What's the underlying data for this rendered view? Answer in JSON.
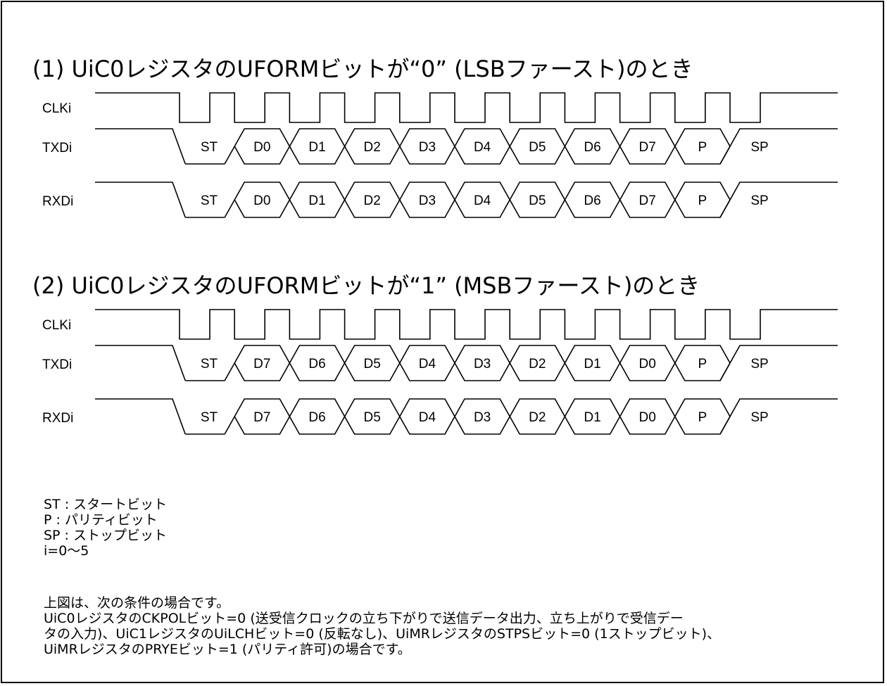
{
  "sections": [
    {
      "title": "(1) UiC0レジスタのUFORMビットが“0” (LSBファースト)のとき",
      "signals": [
        {
          "label": "CLKi",
          "kind": "clock"
        },
        {
          "label": "TXDi",
          "kind": "data",
          "bits": [
            "ST",
            "D0",
            "D1",
            "D2",
            "D3",
            "D4",
            "D5",
            "D6",
            "D7",
            "P",
            "SP"
          ]
        },
        {
          "label": "RXDi",
          "kind": "data",
          "bits": [
            "ST",
            "D0",
            "D1",
            "D2",
            "D3",
            "D4",
            "D5",
            "D6",
            "D7",
            "P",
            "SP"
          ]
        }
      ]
    },
    {
      "title": "(2) UiC0レジスタのUFORMビットが“1” (MSBファースト)のとき",
      "signals": [
        {
          "label": "CLKi",
          "kind": "clock"
        },
        {
          "label": "TXDi",
          "kind": "data",
          "bits": [
            "ST",
            "D7",
            "D6",
            "D5",
            "D4",
            "D3",
            "D2",
            "D1",
            "D0",
            "P",
            "SP"
          ]
        },
        {
          "label": "RXDi",
          "kind": "data",
          "bits": [
            "ST",
            "D7",
            "D6",
            "D5",
            "D4",
            "D3",
            "D2",
            "D1",
            "D0",
            "P",
            "SP"
          ]
        }
      ]
    }
  ],
  "legend": [
    "ST : スタートビット",
    "P  :  パリティビット",
    "SP : ストップビット",
    "i=0〜5"
  ],
  "notes": [
    "上図は、次の条件の場合です。",
    "UiC0レジスタのCKPOLビット=0 (送受信クロックの立ち下がりで送信データ出力、立ち上がりで受信デー",
    "タの入力)、UiC1レジスタのUiLCHビット=0 (反転なし)、UiMRレジスタのSTPSビット=0 (1ストップビット)、",
    "UiMRレジスタのPRYEビット=1 (パリティ許可)の場合です。"
  ]
}
